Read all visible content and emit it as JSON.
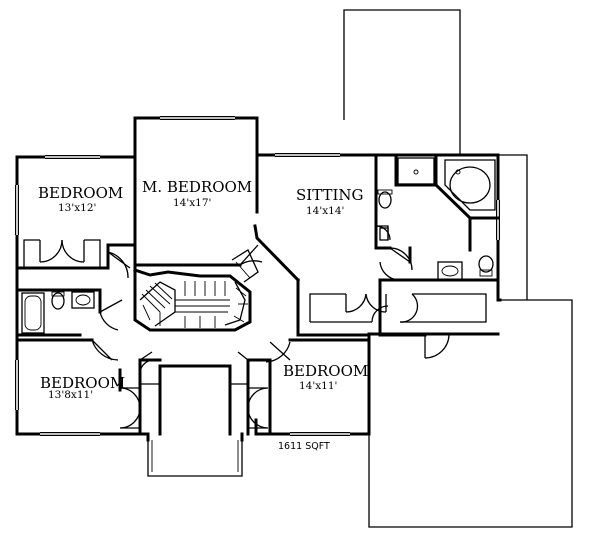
{
  "rooms": {
    "bedroom_nw": {
      "name": "BEDROOM",
      "size": "13'x12'"
    },
    "master_bedroom": {
      "name": "M. BEDROOM",
      "size": "14'x17'"
    },
    "sitting": {
      "name": "SITTING",
      "size": "14'x14'"
    },
    "bedroom_sw": {
      "name": "BEDROOM",
      "size": "13'8x11'"
    },
    "bedroom_se": {
      "name": "BEDROOM",
      "size": "14'x11'"
    }
  },
  "total_area": "1611 SQFT"
}
